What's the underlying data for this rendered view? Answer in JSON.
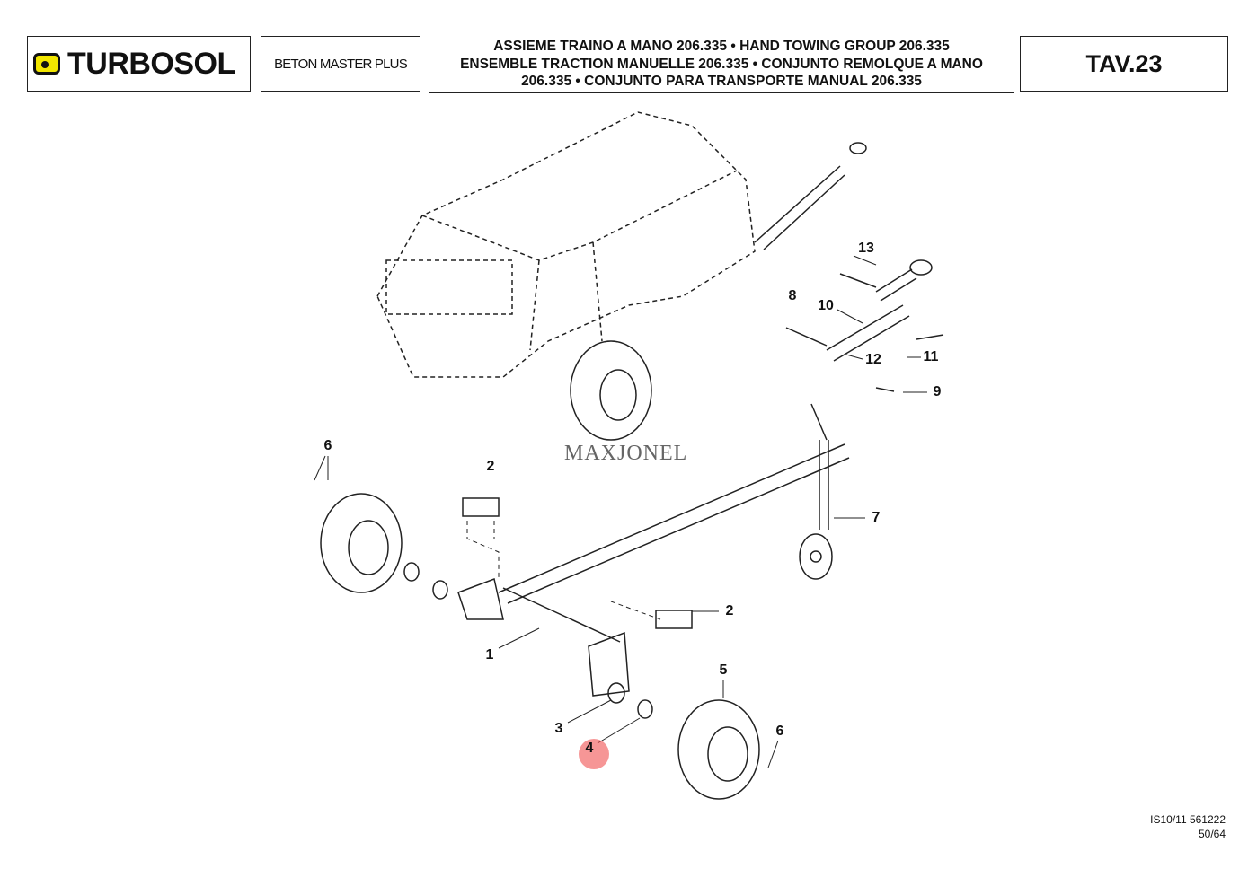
{
  "header": {
    "logo_text": "TURBOSOL",
    "model": "BETON MASTER PLUS",
    "title_lines": [
      "ASSIEME TRAINO A MANO 206.335 • HAND TOWING GROUP 206.335",
      "ENSEMBLE TRACTION MANUELLE 206.335 • CONJUNTO REMOLQUE A MANO",
      "206.335 • CONJUNTO PARA TRANSPORTE MANUAL 206.335"
    ],
    "table_code": "TAV.23"
  },
  "watermark": "MAXJONEL",
  "callouts": [
    "13",
    "8",
    "10",
    "12",
    "11",
    "9",
    "6",
    "2",
    "7",
    "2",
    "1",
    "5",
    "3",
    "4",
    "6"
  ],
  "footer": {
    "doc_code": "IS10/11 561222",
    "page": "50/64"
  },
  "colors": {
    "logo_yellow": "#f2e600",
    "highlight": "#f05050"
  }
}
